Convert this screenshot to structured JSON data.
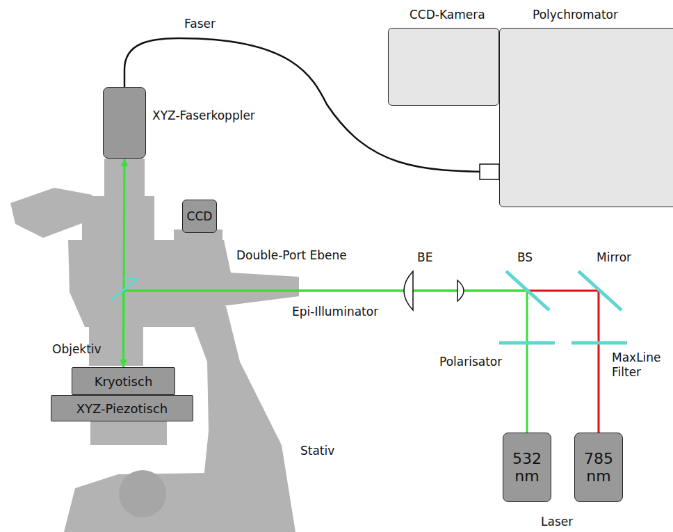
{
  "diagram": {
    "nodes": [
      {
        "text": [
          "CCD-Kamera"
        ]
      },
      {
        "text": [
          "Polychromator"
        ]
      },
      {
        "text": [
          "XYZ-Faserkoppler"
        ]
      },
      {
        "text": [
          "CCD"
        ]
      },
      {
        "text": [
          "Kryotisch"
        ]
      },
      {
        "text": [
          "XYZ-Piezotisch"
        ]
      },
      {
        "text": [
          "532 nm"
        ]
      },
      {
        "text": [
          "785 nm"
        ]
      }
    ],
    "edges": [
      {
        "from": 2,
        "to": 1,
        "arrow": "none",
        "label": "Faser"
      },
      {
        "from": 6,
        "to": 4,
        "arrow": "to"
      },
      {
        "from": 7,
        "to": 4,
        "arrow": "to"
      },
      {
        "from": 4,
        "to": 2,
        "arrow": "to"
      }
    ],
    "labels": [
      "Double-Port Ebene",
      "BE",
      "BS",
      "Mirror",
      "Epi-Illuminator",
      "Polarisator",
      "MaxLine Filter",
      "Objektiv",
      "Stativ",
      "Laser"
    ]
  }
}
